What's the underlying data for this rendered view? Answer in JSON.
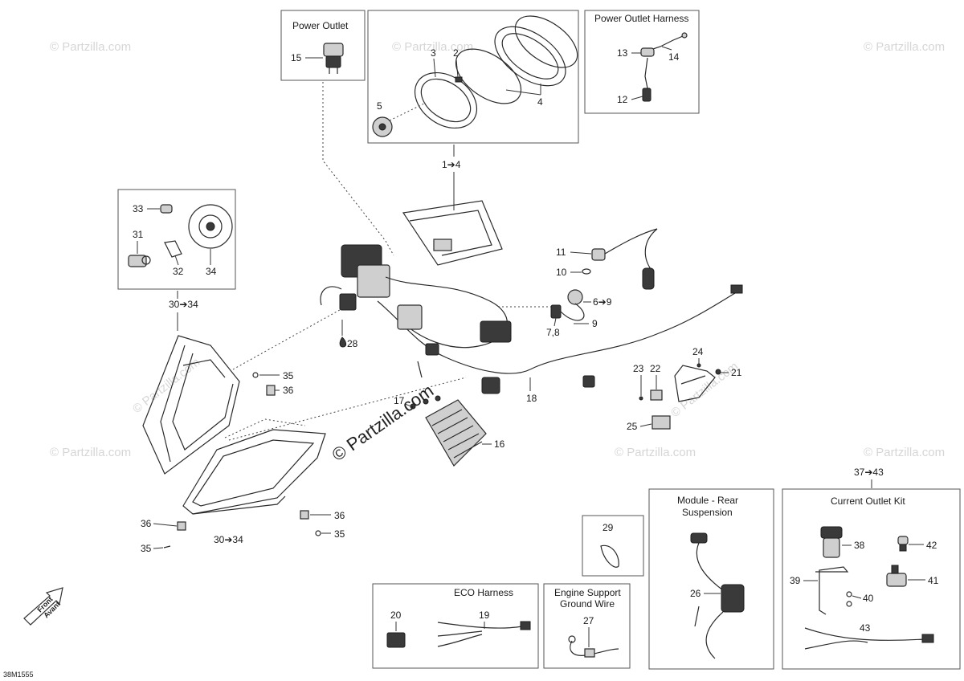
{
  "diagram_id": "38M1555",
  "watermark_main": "© Partzilla.com",
  "watermark_small": "© Partzilla.com",
  "front_arrow": {
    "line1": "Front",
    "line2": "Avant"
  },
  "boxes": {
    "power_outlet": "Power Outlet",
    "power_outlet_harness": "Power Outlet Harness",
    "module_rear_suspension_1": "Module - Rear",
    "module_rear_suspension_2": "Suspension",
    "current_outlet_kit": "Current Outlet Kit",
    "eco_harness": "ECO Harness",
    "engine_support_1": "Engine Support",
    "engine_support_2": "Ground Wire"
  },
  "callouts": {
    "c1_4": "1➔4",
    "c2": "2",
    "c3": "3",
    "c4": "4",
    "c5": "5",
    "c6_9": "6➔9",
    "c7_8": "7,8",
    "c9": "9",
    "c10": "10",
    "c11": "11",
    "c12": "12",
    "c13": "13",
    "c14": "14",
    "c15": "15",
    "c16": "16",
    "c17": "17",
    "c18": "18",
    "c19": "19",
    "c20": "20",
    "c21": "21",
    "c22": "22",
    "c23": "23",
    "c24": "24",
    "c25": "25",
    "c26": "26",
    "c27": "27",
    "c28": "28",
    "c29": "29",
    "c30_34_top": "30➔34",
    "c30_34_bottom": "30➔34",
    "c31": "31",
    "c32": "32",
    "c33": "33",
    "c34": "34",
    "c35_a": "35",
    "c35_b": "35",
    "c35_c": "35",
    "c36_a": "36",
    "c36_b": "36",
    "c36_c": "36",
    "c37_43": "37➔43",
    "c38": "38",
    "c39": "39",
    "c40": "40",
    "c41": "41",
    "c42": "42",
    "c43": "43"
  }
}
